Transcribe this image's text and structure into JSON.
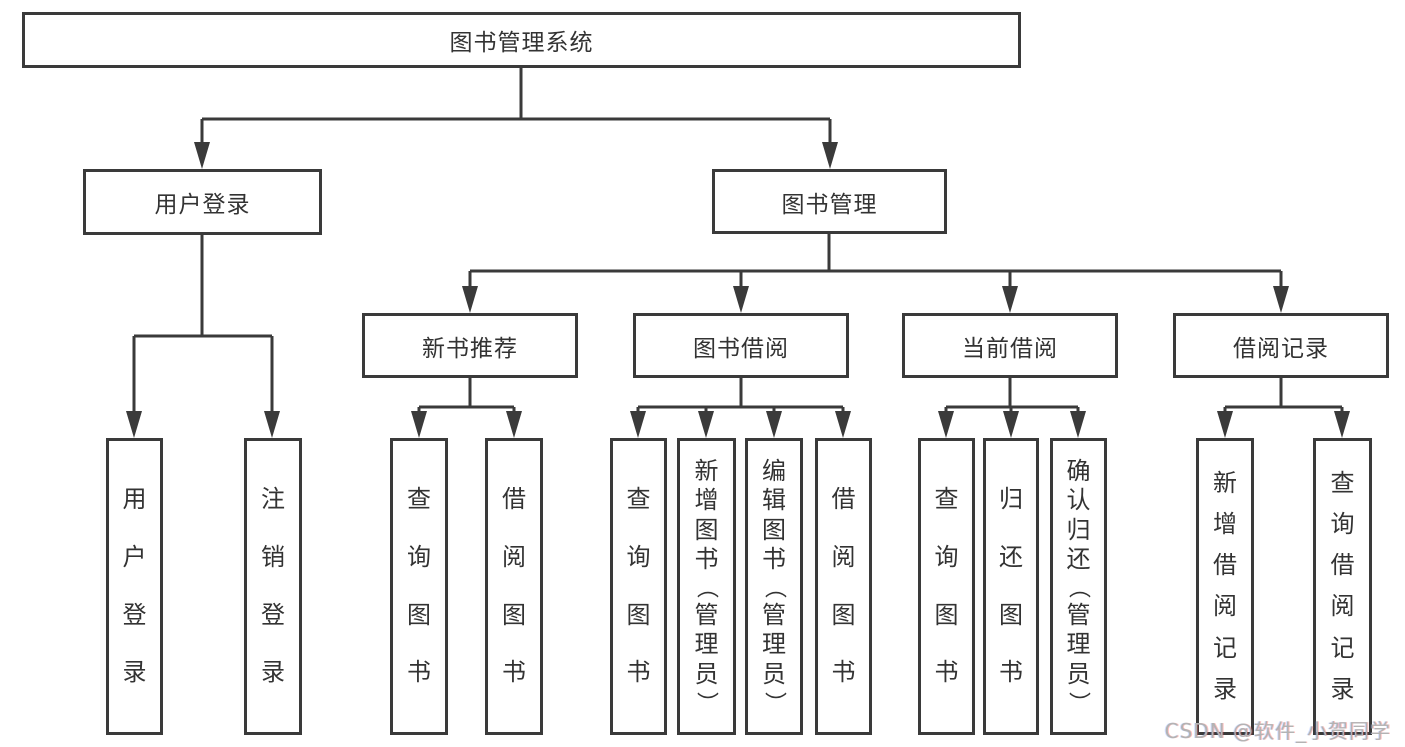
{
  "tree": {
    "label": "图书管理系统",
    "children": [
      {
        "label": "用户登录",
        "children": [
          {
            "label": "用户登录"
          },
          {
            "label": "注销登录"
          }
        ]
      },
      {
        "label": "图书管理",
        "children": [
          {
            "label": "新书推荐",
            "children": [
              {
                "label": "查询图书"
              },
              {
                "label": "借阅图书"
              }
            ]
          },
          {
            "label": "图书借阅",
            "children": [
              {
                "label": "查询图书"
              },
              {
                "label": "新增图书（管理员）"
              },
              {
                "label": "编辑图书（管理员）"
              },
              {
                "label": "借阅图书"
              }
            ]
          },
          {
            "label": "当前借阅",
            "children": [
              {
                "label": "查询图书"
              },
              {
                "label": "归还图书"
              },
              {
                "label": "确认归还（管理员）"
              }
            ]
          },
          {
            "label": "借阅记录",
            "children": [
              {
                "label": "新增借阅记录"
              },
              {
                "label": "查询借阅记录"
              }
            ]
          }
        ]
      }
    ]
  },
  "watermark": {
    "text": "CSDN @软件_小贺同学"
  },
  "colors": {
    "line": "#3a3a3a",
    "box_border": "#3a3a3a",
    "text": "#333333",
    "background": "#ffffff",
    "watermark": "#b3b3b3"
  }
}
